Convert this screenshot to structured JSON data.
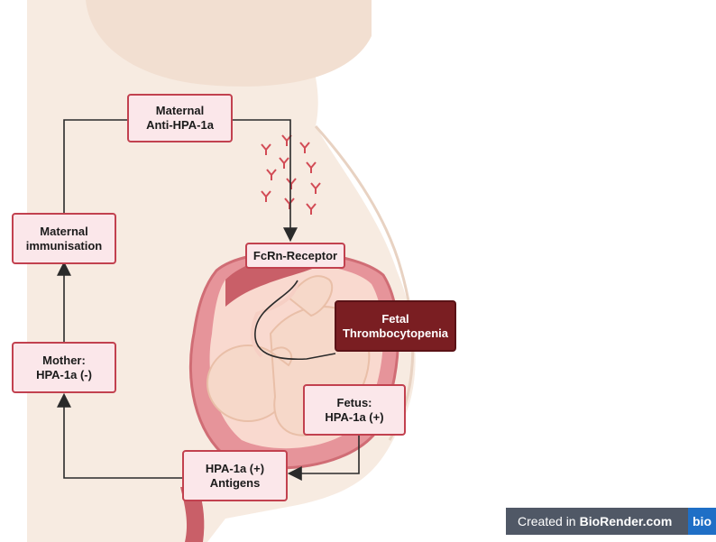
{
  "colors": {
    "box_fill": "#fbe7ea",
    "box_border": "#c2414f",
    "dark_fill": "#7a1e22",
    "arrow": "#2a2a2a",
    "uterus": "#e7959a",
    "skin": "#f6e9df"
  },
  "boxes": {
    "maternal_anti": {
      "line1": "Maternal",
      "line2": "Anti-HPA-1a"
    },
    "maternal_immunisation": {
      "line1": "Maternal",
      "line2": "immunisation"
    },
    "fcrn": {
      "line1": "FcRn-Receptor"
    },
    "fetal_thrombo": {
      "line1": "Fetal",
      "line2": "Thrombocytopenia"
    },
    "mother": {
      "line1": "Mother:",
      "line2": "HPA-1a (-)"
    },
    "fetus": {
      "line1": "Fetus:",
      "line2": "HPA-1a (+)"
    },
    "antigens": {
      "line1": "HPA-1a (+)",
      "line2": "Antigens"
    }
  },
  "badge": {
    "prefix": "Created in",
    "brand": "BioRender.com",
    "logo": "bio"
  }
}
